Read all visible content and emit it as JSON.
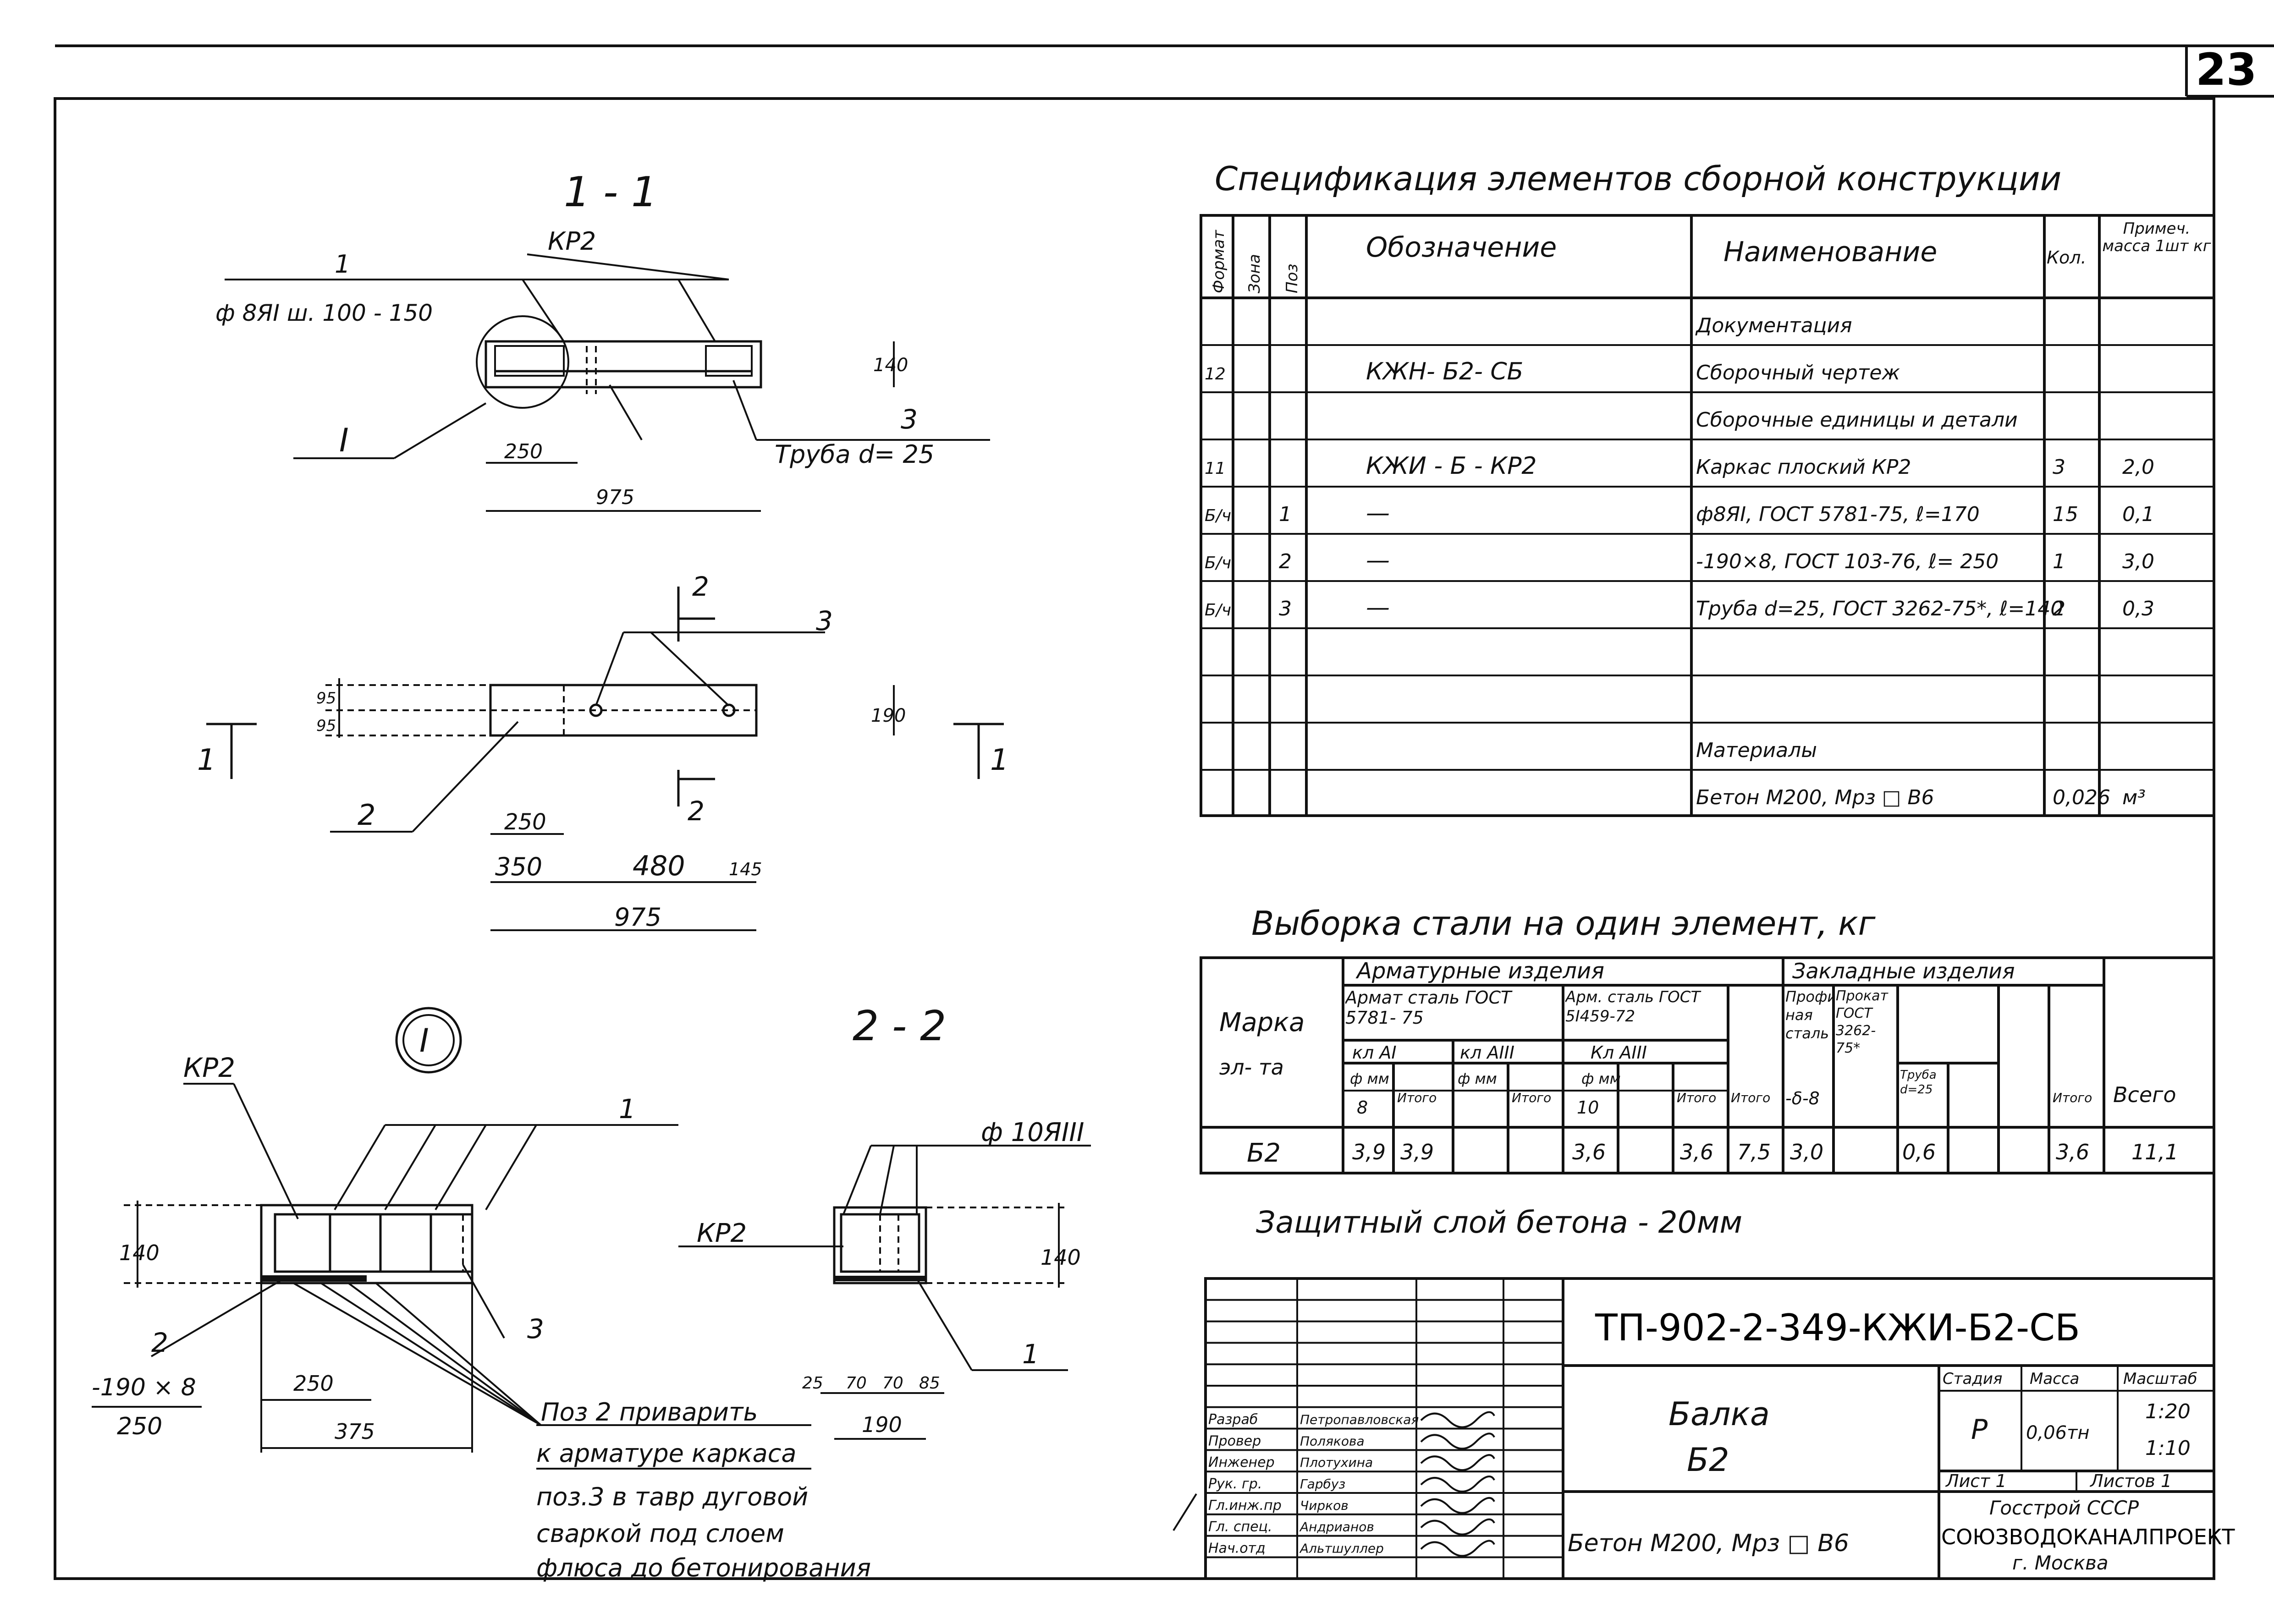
{
  "sheet": {
    "page_number": "23",
    "frame_note": ""
  },
  "section_1_1": {
    "title": "1 - 1",
    "label_kp": "КР2",
    "label_pos1": "1",
    "label_rebar": "ф 8ЯI ш. 100 - 150",
    "label_detail": "I",
    "label_pos3": "3",
    "label_pipe": "Труба d= 25",
    "dim_250": "250",
    "dim_975": "975",
    "dim_140": "140"
  },
  "plan_view": {
    "label_2a": "2",
    "label_2b": "2",
    "label_3": "3",
    "label_2c": "2",
    "cut_left": "1",
    "cut_right": "1",
    "dim_95a": "95",
    "dim_95b": "95",
    "dim_190": "190",
    "dim_250": "250",
    "dim_350": "350",
    "dim_480": "480",
    "dim_145": "145",
    "dim_975": "975"
  },
  "detail_I": {
    "marker": "I",
    "label_kp": "КР2",
    "label_1": "1",
    "label_2": "2",
    "label_plate": "-190 × 8",
    "label_plate_len": "250",
    "label_3": "3",
    "dim_140": "140",
    "dim_250": "250",
    "dim_375": "375",
    "note_line1": "Поз 2 приварить",
    "note_line2": "к арматуре каркаса",
    "note_line3": "поз.3 в тавр дуговой",
    "note_line4": "сваркой под слоем",
    "note_line5": "флюса до бетонирования"
  },
  "section_2_2": {
    "title": "2 - 2",
    "label_rebar": "ф 10ЯIII",
    "label_kp": "КР2",
    "label_1": "1",
    "dim_140": "140",
    "dim_25": "25",
    "dim_70a": "70",
    "dim_70b": "70",
    "dim_85": "85",
    "dim_190": "190"
  },
  "spec": {
    "title": "Спецификация элементов сборной конструкции",
    "headers": [
      "Формат",
      "Зона",
      "Поз",
      "Обозначение",
      "Наименование",
      "Кол.",
      "Примеч. масса 1шт кг"
    ],
    "rows": [
      {
        "fmt": "",
        "zone": "",
        "pos": "",
        "code": "",
        "name": "Документация",
        "qty": "",
        "mass": ""
      },
      {
        "fmt": "12",
        "zone": "",
        "pos": "",
        "code": "КЖН- Б2- СБ",
        "name": "Сборочный чертеж",
        "qty": "",
        "mass": ""
      },
      {
        "fmt": "",
        "zone": "",
        "pos": "",
        "code": "",
        "name": "Сборочные единицы и детали",
        "qty": "",
        "mass": ""
      },
      {
        "fmt": "11",
        "zone": "",
        "pos": "",
        "code": "КЖИ - Б - КР2",
        "name": "Каркас плоский КР2",
        "qty": "3",
        "mass": "2,0"
      },
      {
        "fmt": "Б/ч",
        "zone": "",
        "pos": "1",
        "code": "—",
        "name": "ф8ЯI, ГОСТ 5781-75, ℓ=170",
        "qty": "15",
        "mass": "0,1"
      },
      {
        "fmt": "Б/ч",
        "zone": "",
        "pos": "2",
        "code": "—",
        "name": "-190×8, ГОСТ 103-76, ℓ= 250",
        "qty": "1",
        "mass": "3,0"
      },
      {
        "fmt": "Б/ч",
        "zone": "",
        "pos": "3",
        "code": "—",
        "name": "Труба d=25, ГОСТ 3262-75*, ℓ=140",
        "qty": "2",
        "mass": "0,3"
      },
      {
        "fmt": "",
        "zone": "",
        "pos": "",
        "code": "",
        "name": "",
        "qty": "",
        "mass": ""
      },
      {
        "fmt": "",
        "zone": "",
        "pos": "",
        "code": "",
        "name": "",
        "qty": "",
        "mass": ""
      },
      {
        "fmt": "",
        "zone": "",
        "pos": "",
        "code": "",
        "name": "Материалы",
        "qty": "",
        "mass": ""
      },
      {
        "fmt": "",
        "zone": "",
        "pos": "",
        "code": "",
        "name": "Бетон М200, Мрз □ В6",
        "qty": "0,026",
        "mass": "м³"
      }
    ]
  },
  "steel": {
    "title": "Выборка стали на один элемент, кг",
    "h_marka": "Марка",
    "h_el": "эл- та",
    "h_armature_items": "Арматурные изделия",
    "h_embedded_items": "Закладные изделия",
    "h_arm_steel1": "Армат сталь ГОСТ 5781- 75",
    "h_arm_steel2": "Арм. сталь ГОСТ 5І459-72",
    "h_kl_ai": "кл АI",
    "h_kl_aiii_a": "кл АIII",
    "h_kl_aiii_b": "Кл АIII",
    "h_phi_mm_a": "ф мм",
    "h_phi_mm_b": "ф мм",
    "h_phi_mm_c": "ф мм",
    "h_8": "8",
    "h_10": "10",
    "h_itogo": "Итого",
    "h_profile": "Профиль ная сталь",
    "h_prokat": "Прокат ГОСТ 3262-75*",
    "h_delta": "-δ-8",
    "h_pipe": "Труба d=25",
    "h_vsego": "Всего",
    "row": {
      "mark": "Б2",
      "a8": "3,9",
      "a_it": "3,9",
      "b_phi": "",
      "b_it": "",
      "c10": "3,6",
      "c_it": "3,6",
      "arm_total": "7,5",
      "delta": "3,0",
      "pipe": "0,6",
      "emb_total": "3,6",
      "total": "11,1"
    }
  },
  "cover_note": "Защитный слой бетона - 20мм",
  "title_block": {
    "code": "ТП-902-2-349-КЖИ-Б2-СБ",
    "item_name": "Балка",
    "item_mark": "Б2",
    "concrete": "Бетон М200, Мрз □ В6",
    "h_stage": "Стадия",
    "h_mass": "Масса",
    "h_scale": "Масштаб",
    "stage": "Р",
    "mass": "0,06тн",
    "scale1": "1:20",
    "scale2": "1:10",
    "sheet": "Лист 1",
    "sheets": "Листов 1",
    "org1": "Госстрой СССР",
    "org2": "СОЮЗВОДОКАНАЛПРОЕКТ",
    "org3": "г. Москва",
    "people": [
      {
        "role": "Разраб",
        "name": "Петропавловская"
      },
      {
        "role": "Провер",
        "name": "Полякова"
      },
      {
        "role": "Инженер",
        "name": "Плотухина"
      },
      {
        "role": "Рук. гр.",
        "name": "Гарбуз"
      },
      {
        "role": "Гл.инж.пр",
        "name": "Чирков"
      },
      {
        "role": "Гл. спец.",
        "name": "Андрианов"
      },
      {
        "role": "Нач.отд",
        "name": "Альтшуллер"
      }
    ]
  }
}
